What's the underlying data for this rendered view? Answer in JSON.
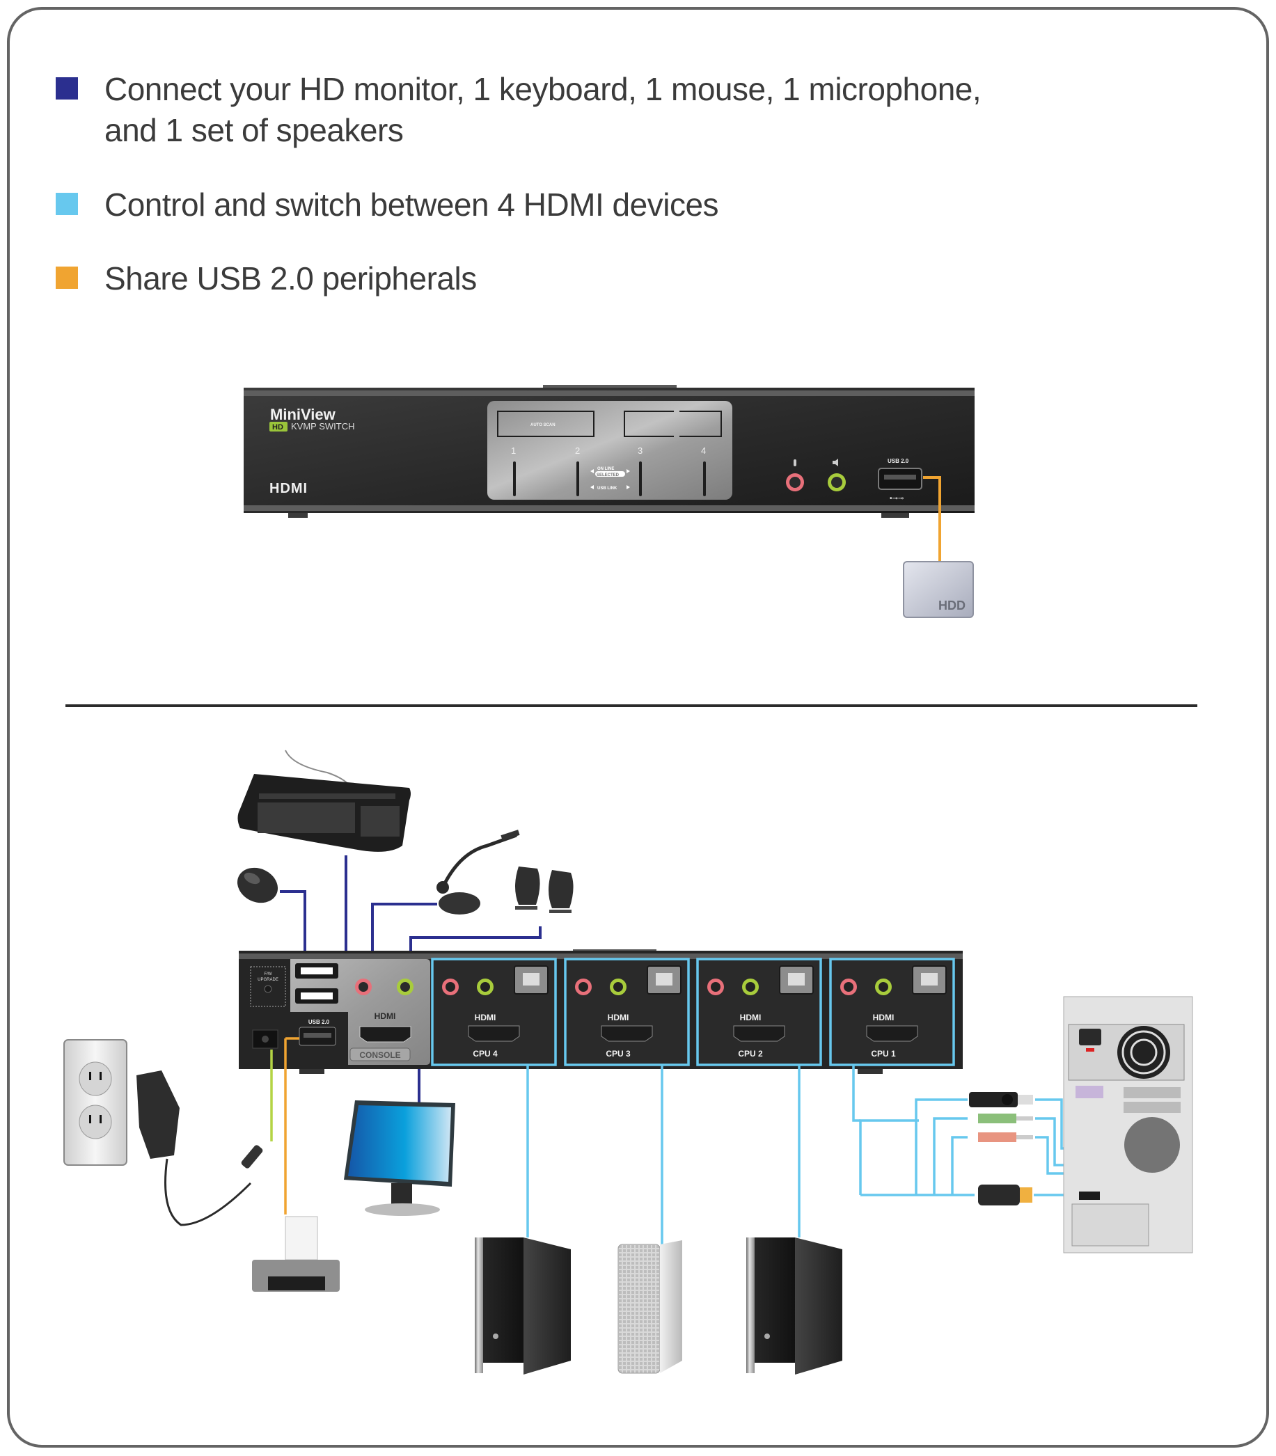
{
  "features": [
    {
      "text_line1": "Connect your HD monitor, 1 keyboard, 1 mouse, 1 microphone,",
      "text_line2": "and 1 set of speakers",
      "color": "#2b2f8f"
    },
    {
      "text_line1": "Control and switch between 4 HDMI devices",
      "text_line2": "",
      "color": "#67c8ee"
    },
    {
      "text_line1": "Share USB 2.0 peripherals",
      "text_line2": "",
      "color": "#f0a431"
    }
  ],
  "front_panel": {
    "brand": "MiniView",
    "badge": "HD",
    "product": "KVMP SWITCH",
    "hdmi_logo": "HDMI",
    "auto_scan": "AUTO SCAN",
    "port_numbers": [
      "1",
      "2",
      "3",
      "4"
    ],
    "on_line": "ON LINE",
    "selected": "SELECTED",
    "usb_link": "USB LINK",
    "usb_label": "USB 2.0",
    "usb_symbol": "•⊸⊸",
    "hdd_label": "HDD"
  },
  "rear_panel": {
    "fw_upgrade_line1": "F/W",
    "fw_upgrade_line2": "UPGRADE",
    "usb_label": "USB 2.0",
    "console_hdmi": "HDMI",
    "console_label": "CONSOLE",
    "cpu_ports": [
      {
        "hdmi": "HDMI",
        "label": "CPU 4"
      },
      {
        "hdmi": "HDMI",
        "label": "CPU 3"
      },
      {
        "hdmi": "HDMI",
        "label": "CPU 2"
      },
      {
        "hdmi": "HDMI",
        "label": "CPU 1"
      }
    ]
  },
  "devices": {
    "keyboard": "keyboard",
    "mouse": "mouse",
    "microphone": "microphone",
    "speakers": "speakers",
    "monitor": "monitor",
    "printer": "printer",
    "wall_outlet": "wall outlet",
    "power_adapter": "power adapter",
    "computers": [
      "tower pc",
      "mac pro",
      "tower pc",
      "pc rear"
    ]
  },
  "colors": {
    "console_cable": "#2b2f8f",
    "cpu_cable": "#67c8ee",
    "usb_cable": "#f0a431",
    "power_cable": "#b4d444",
    "mic_jack": "#e8707a",
    "spk_jack": "#a8cc3c"
  }
}
